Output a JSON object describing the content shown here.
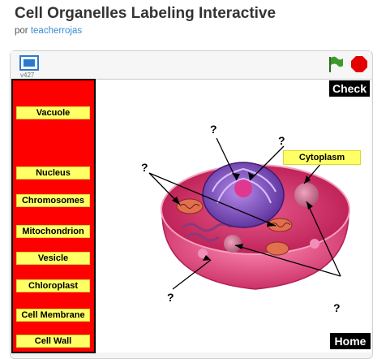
{
  "header": {
    "title": "Cell Organelles Labeling Interactive",
    "by_prefix": "por",
    "author": "teacherrojas"
  },
  "player": {
    "version": "v427",
    "fullscreen_icon": "fullscreen-icon",
    "flag_icon": "green-flag-icon",
    "stop_icon": "stop-sign-icon"
  },
  "labels": [
    "Vacuole",
    "Nucleus",
    "Chromosomes",
    "Mitochondrion",
    "Vesicle",
    "Chloroplast",
    "Cell Membrane",
    "Cell Wall"
  ],
  "placed_label": "Cytoplasm",
  "question_mark": "?",
  "buttons": {
    "check": "Check",
    "home": "Home"
  },
  "colors": {
    "bank": "#ff0000",
    "tile": "#ffff66",
    "cell": "#e0457a",
    "nucleus": "#7b4fb5"
  }
}
